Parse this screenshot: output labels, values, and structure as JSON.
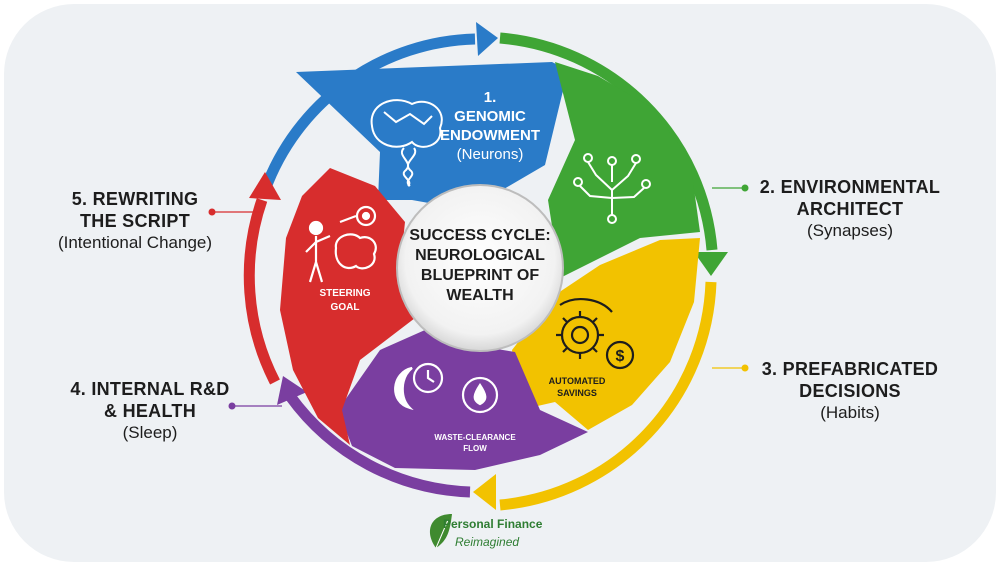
{
  "center": {
    "line1": "SUCCESS CYCLE:",
    "line2": "NEUROLOGICAL",
    "line3": "BLUEPRINT OF",
    "line4": "WEALTH"
  },
  "stages": [
    {
      "number": "1.",
      "title": "GENOMIC ENDOWMENT",
      "title_line1": "GENOMIC",
      "title_line2": "ENDOWMENT",
      "subtitle": "(Neurons)",
      "color": "#2a7bc8",
      "icon": "brain-dna-icon"
    },
    {
      "title_line1": "2. ENVIRONMENTAL",
      "title_line2": "ARCHITECT",
      "subtitle": "(Synapses)",
      "color": "#3fa535",
      "icon": "circuit-tree-icon"
    },
    {
      "title_line1": "3. PREFABRICATED",
      "title_line2": "DECISIONS",
      "subtitle": "(Habits)",
      "color": "#f2c200",
      "icon": "gear-dollar-icon",
      "segment_label_line1": "AUTOMATED",
      "segment_label_line2": "SAVINGS"
    },
    {
      "title_line1": "4. INTERNAL R&D",
      "title_line2": "& HEALTH",
      "subtitle": "(Sleep)",
      "color": "#7a3ea0",
      "icon": "moon-clock-droplet-icon",
      "segment_label_line1": "WASTE-CLEARANCE",
      "segment_label_line2": "FLOW"
    },
    {
      "title_line1": "5. REWRITING",
      "title_line2": "THE SCRIPT",
      "subtitle": "(Intentional Change)",
      "color": "#d72d2d",
      "icon": "person-brain-target-icon",
      "segment_label_line1": "STEERING",
      "segment_label_line2": "GOAL"
    }
  ],
  "logo": {
    "line1": "Personal Finance",
    "line2": "Reimagined"
  },
  "colors": {
    "blue": "#2a7bc8",
    "green": "#3fa535",
    "yellow": "#f2c200",
    "purple": "#7a3ea0",
    "red": "#d72d2d",
    "background": "#eef1f4"
  }
}
